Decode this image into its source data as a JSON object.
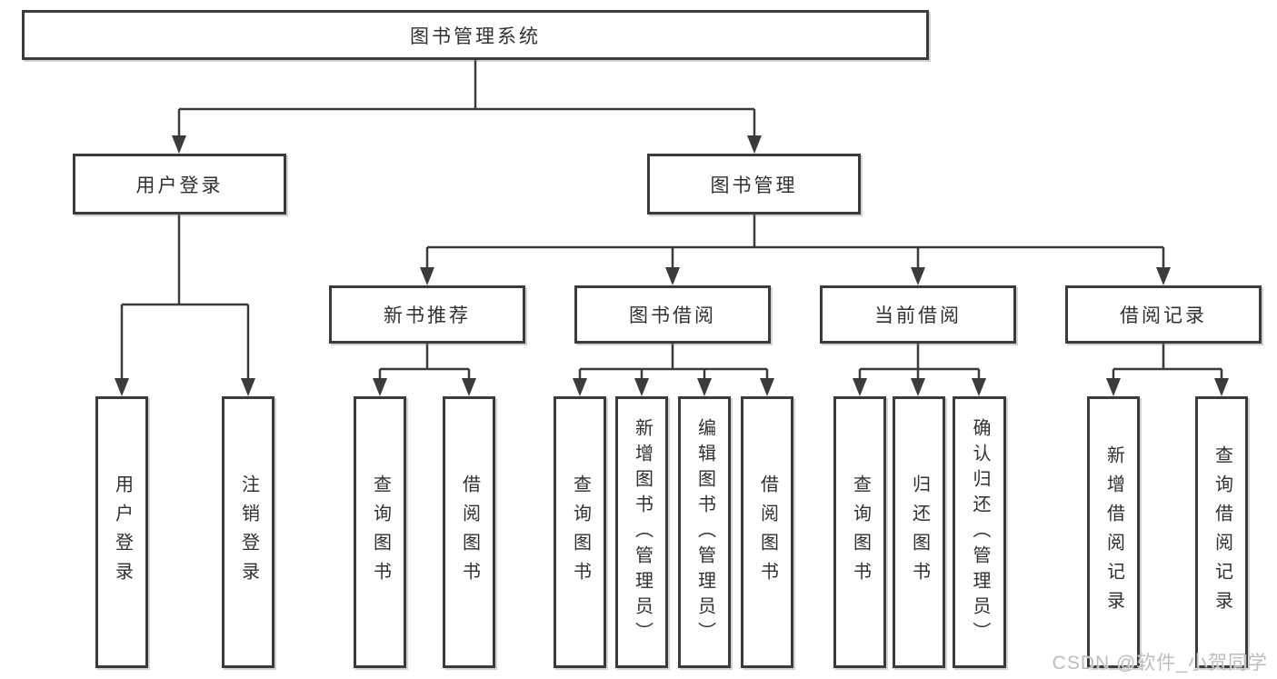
{
  "root": {
    "label": "图书管理系统"
  },
  "branches": {
    "user_login": {
      "label": "用户登录",
      "children": [
        "用户登录",
        "注销登录"
      ]
    },
    "book_mgmt": {
      "label": "图书管理"
    },
    "new_book": {
      "label": "新书推荐",
      "children": [
        "查询图书",
        "借阅图书"
      ]
    },
    "book_borrow": {
      "label": "图书借阅",
      "children": [
        "查询图书",
        "新增图书（管理员）",
        "编辑图书（管理员）",
        "借阅图书"
      ]
    },
    "current_borrow": {
      "label": "当前借阅",
      "children": [
        "查询图书",
        "归还图书",
        "确认归还（管理员）"
      ]
    },
    "borrow_record": {
      "label": "借阅记录",
      "children": [
        "新增借阅记录",
        "查询借阅记录"
      ]
    }
  },
  "colors": {
    "line": "#3b3b3b",
    "text": "#303030",
    "watermark": "#bdbdbd"
  },
  "watermark": "CSDN @软件_小贺同学"
}
